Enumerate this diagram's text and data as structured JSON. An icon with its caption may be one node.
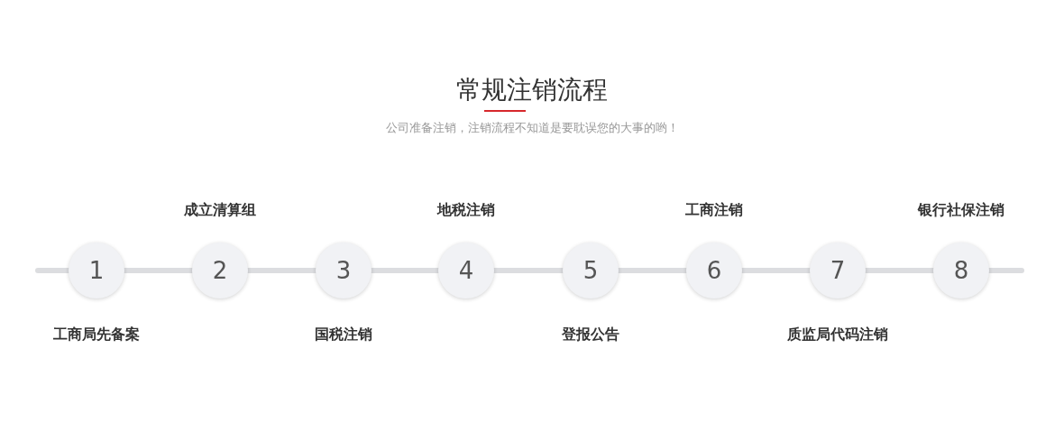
{
  "diagram": {
    "title": "常规注销流程",
    "caption": "公司准备注销，注销流程不知道是要耽误您的大事的哟！",
    "nodes": [
      {
        "text": [
          "1"
        ],
        "beside": [
          "工商局先备案"
        ]
      },
      {
        "text": [
          "2"
        ],
        "beside": [
          "成立清算组"
        ]
      },
      {
        "text": [
          "3"
        ],
        "beside": [
          "国税注销"
        ]
      },
      {
        "text": [
          "4"
        ],
        "beside": [
          "地税注销"
        ]
      },
      {
        "text": [
          "5"
        ],
        "beside": [
          "登报公告"
        ]
      },
      {
        "text": [
          "6"
        ],
        "beside": [
          "工商注销"
        ]
      },
      {
        "text": [
          "7"
        ],
        "beside": [
          "质监局代码注销"
        ]
      },
      {
        "text": [
          "8"
        ],
        "beside": [
          "银行社保注销"
        ]
      }
    ],
    "edges": [
      {
        "from": 0,
        "to": 1,
        "arrow": "none"
      },
      {
        "from": 1,
        "to": 2,
        "arrow": "none"
      },
      {
        "from": 2,
        "to": 3,
        "arrow": "none"
      },
      {
        "from": 3,
        "to": 4,
        "arrow": "none"
      },
      {
        "from": 4,
        "to": 5,
        "arrow": "none"
      },
      {
        "from": 5,
        "to": 6,
        "arrow": "none"
      },
      {
        "from": 6,
        "to": 7,
        "arrow": "none"
      }
    ]
  }
}
